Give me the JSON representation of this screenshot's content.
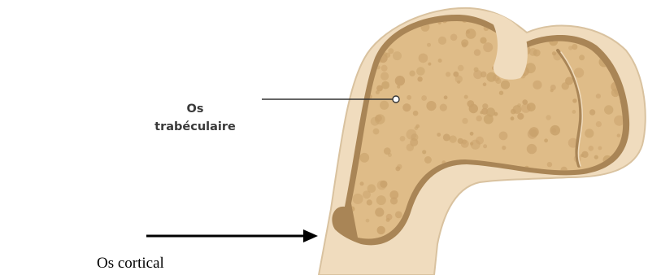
{
  "labels": {
    "trabecular_line1": "Os",
    "trabecular_line2": "trabéculaire",
    "cortical": "Os cortical"
  },
  "colors": {
    "cortical_shell": "#f0dcbe",
    "cortical_outline": "#d9c29f",
    "dark_rim": "#a98556",
    "cancellous": "#dfbc88",
    "pore": "#c9a26c",
    "leader_line": "#333333",
    "arrow": "#000000"
  },
  "icons": {
    "pointer": "arrow-right-icon"
  }
}
